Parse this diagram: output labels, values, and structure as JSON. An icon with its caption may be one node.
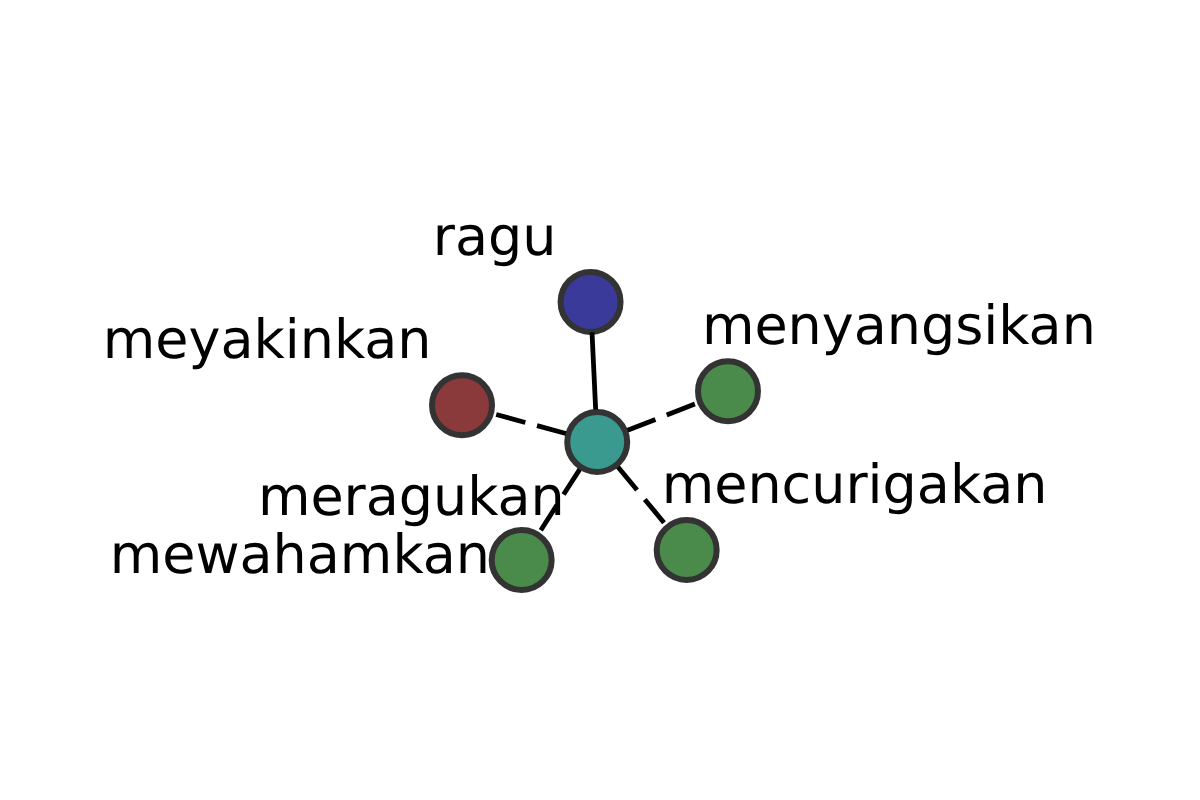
{
  "diagram": {
    "nodes": [
      {
        "text": [
          "meragukan"
        ]
      },
      {
        "text": [
          "mencurigakan"
        ]
      },
      {
        "text": [
          "mewahamkan"
        ]
      },
      {
        "text": [
          "meyakinkan"
        ]
      },
      {
        "text": [
          "menyangsikan"
        ]
      },
      {
        "text": [
          "ragu"
        ]
      }
    ],
    "edges": [
      {
        "from": 0,
        "to": 1,
        "arrow": "none",
        "style": "dashed"
      },
      {
        "from": 0,
        "to": 2,
        "arrow": "none",
        "style": "dashed"
      },
      {
        "from": 0,
        "to": 3,
        "arrow": "none",
        "style": "dashed"
      },
      {
        "from": 0,
        "to": 4,
        "arrow": "none",
        "style": "dashed"
      },
      {
        "from": 0,
        "to": 5,
        "arrow": "none"
      }
    ]
  }
}
